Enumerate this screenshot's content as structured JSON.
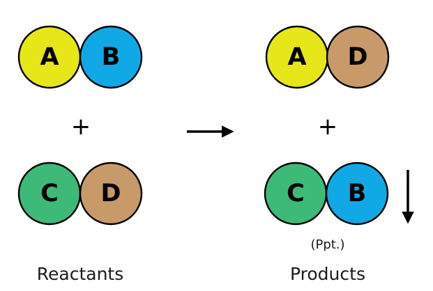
{
  "colors": {
    "A": "#e6e619",
    "B": "#10a9e6",
    "C": "#3dba78",
    "D": "#c89a6a"
  },
  "reactants": {
    "molecule_1": {
      "left": "A",
      "right": "B"
    },
    "plus": "+",
    "molecule_2": {
      "left": "C",
      "right": "D"
    },
    "caption": "Reactants"
  },
  "arrow": "reaction-arrow",
  "products": {
    "molecule_1": {
      "left": "A",
      "right": "D"
    },
    "plus": "+",
    "molecule_2": {
      "left": "C",
      "right": "B"
    },
    "precipitate_label": "(Ppt.)",
    "precipitate_arrow": "down-arrow",
    "caption": "Products"
  }
}
